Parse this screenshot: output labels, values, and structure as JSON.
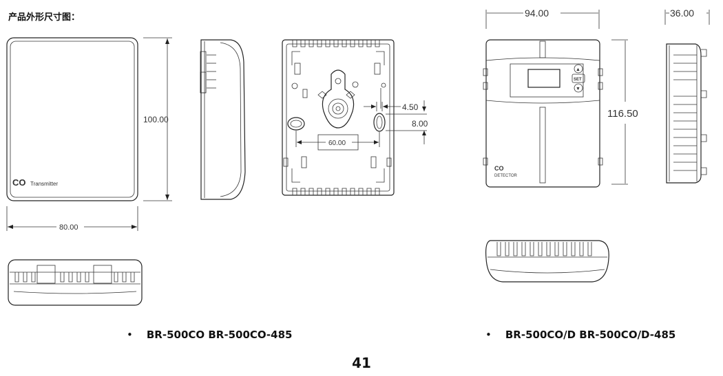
{
  "page": {
    "title": "产品外形尺寸图：",
    "page_number": "41"
  },
  "left_model": {
    "device_logo": "CO",
    "device_text": "Transmitter",
    "dim_height": "100.00",
    "dim_width": "80.00",
    "dim_mount_width": "60.00",
    "dim_hole_width": "4.50",
    "dim_hole_height": "8.00",
    "caption": "BR-500CO  BR-500CO-485"
  },
  "right_model": {
    "dim_width": "94.00",
    "dim_depth": "36.00",
    "dim_height": "116.50",
    "button_up": "▲",
    "button_set": "SET",
    "button_down": "▼",
    "device_logo": "CO",
    "device_text": "DETECTOR",
    "caption": "BR-500CO/D  BR-500CO/D-485"
  },
  "bullet": "•"
}
